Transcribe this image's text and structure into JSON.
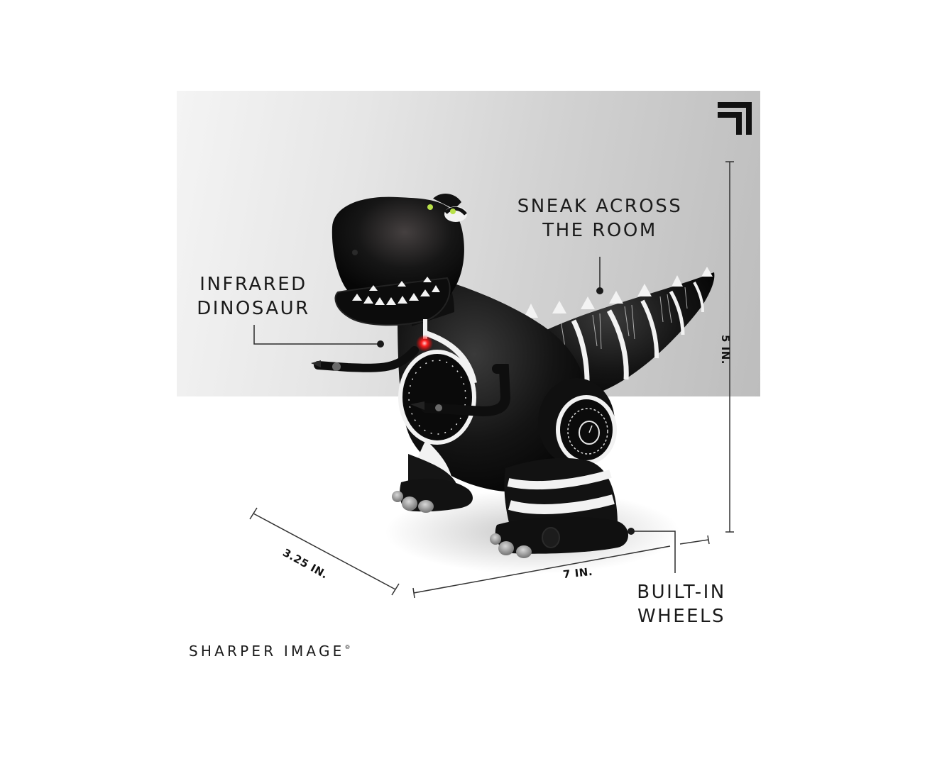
{
  "brand": {
    "name": "SHARPER IMAGE",
    "mark": "®"
  },
  "product": {
    "description": "Black robotic T-rex toy with white stripes and spikes",
    "led_color": "#ff2020",
    "eye_color": "#b8e04a"
  },
  "callouts": {
    "infrared": {
      "line1": "INFRARED",
      "line2": "DINOSAUR"
    },
    "sneak": {
      "line1": "SNEAK ACROSS",
      "line2": "THE ROOM"
    },
    "wheels": {
      "line1": "BUILT-IN",
      "line2": "WHEELS"
    }
  },
  "dimensions": {
    "depth": "3.25 IN.",
    "width": "7 IN.",
    "height": "5 IN."
  },
  "icons": {
    "corner_mark": "double-corner-bracket-icon"
  },
  "colors": {
    "background": "#ffffff",
    "panel_light": "#f4f4f4",
    "panel_dark": "#bdbdbd",
    "text": "#1b1b1b",
    "body": "#111111",
    "stripe": "#f5f5f5"
  }
}
